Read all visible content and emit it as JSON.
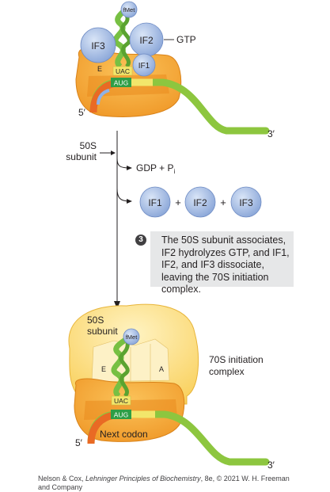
{
  "colors": {
    "ribosome_small": "#f7a823",
    "ribosome_small_dark": "#e8891c",
    "ribosome_large": "#fcd46b",
    "factor_blue": "#a8bfe6",
    "mrna_green": "#8dc63f",
    "mrna_orange": "#e96a24",
    "codon_green": "#2e9e46",
    "trna_green": "#77c043",
    "info_box": "#e6e7e8"
  },
  "top_complex": {
    "fmet_label": "fMet",
    "if3_label": "IF3",
    "if2_label": "IF2",
    "if1_label": "IF1",
    "gtp_label": "GTP",
    "e_site_label": "E",
    "anticodon_label": "UAC",
    "codon_label": "AUG",
    "five_prime": "5′",
    "three_prime": "3′"
  },
  "transition": {
    "subunit_label_line1": "50S",
    "subunit_label_line2": "subunit",
    "gdp_label": "GDP + P",
    "gdp_subscript": "i",
    "released_if1": "IF1",
    "released_if2": "IF2",
    "released_if3": "IF3",
    "plus": "+"
  },
  "step": {
    "number": "3",
    "text": "The 50S subunit associates, IF2 hydrolyzes GTP, and IF1, IF2, and IF3 dissociate, leaving the 70S initiation complex."
  },
  "bottom_complex": {
    "large_label_line1": "50S",
    "large_label_line2": "subunit",
    "fmet_label": "fMet",
    "e_site_label": "E",
    "a_site_label": "A",
    "anticodon_label": "UAC",
    "codon_label": "AUG",
    "next_codon_label": "Next codon",
    "five_prime": "5′",
    "three_prime": "3′",
    "complex_label_line1": "70S initiation",
    "complex_label_line2": "complex"
  },
  "credit": {
    "prefix": "Nelson & Cox, ",
    "title": "Lehninger Principles of Biochemistry",
    "suffix": ", 8e, © 2021 W. H. Freeman and Company"
  }
}
